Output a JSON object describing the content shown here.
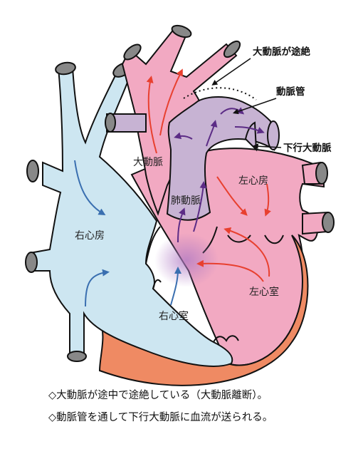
{
  "labels": {
    "aorta": "大動脈",
    "pulmonary_artery": "肺動脈",
    "right_atrium": "右心房",
    "left_atrium": "左心房",
    "right_ventricle": "右心室",
    "left_ventricle": "左心室"
  },
  "callouts": {
    "interruption": "大動脈が途絶",
    "ductus": "動脈管",
    "descending_aorta": "下行大動脈"
  },
  "captions": [
    "◇大動脈が途中で途絶している（大動脈離断）。",
    "◇動脈管を通して下行大動脈に血流が送られる。"
  ],
  "colors": {
    "right_heart": "#cde6f1",
    "left_heart": "#f2a9c2",
    "pulmonary_artery": "#c7b3d3",
    "myocardium": "#ef8a63",
    "vessel_cap": "#888888",
    "arrow_blue": "#3a6fb0",
    "arrow_red": "#e8402f",
    "arrow_purple": "#5c2c86"
  }
}
